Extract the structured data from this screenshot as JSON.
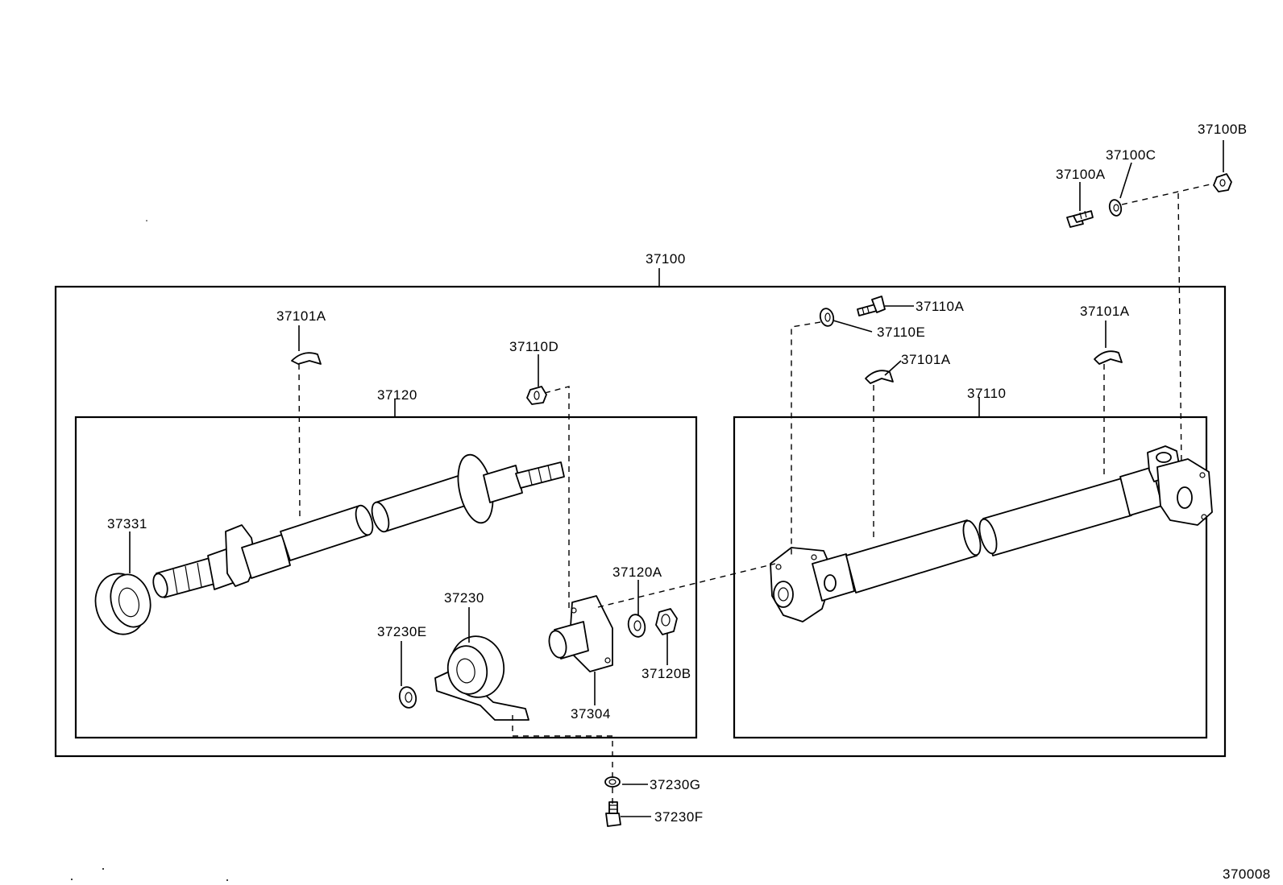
{
  "diagram_code": "370008",
  "labels": {
    "p37100": "37100",
    "p37100a": "37100A",
    "p37100b": "37100B",
    "p37100c": "37100C",
    "p37101a_left": "37101A",
    "p37101a_mid": "37101A",
    "p37101a_right": "37101A",
    "p37110": "37110",
    "p37110a": "37110A",
    "p37110d": "37110D",
    "p37110e": "37110E",
    "p37120": "37120",
    "p37120a": "37120A",
    "p37120b": "37120B",
    "p37230": "37230",
    "p37230e": "37230E",
    "p37230f": "37230F",
    "p37230g": "37230G",
    "p37304": "37304",
    "p37331": "37331"
  }
}
